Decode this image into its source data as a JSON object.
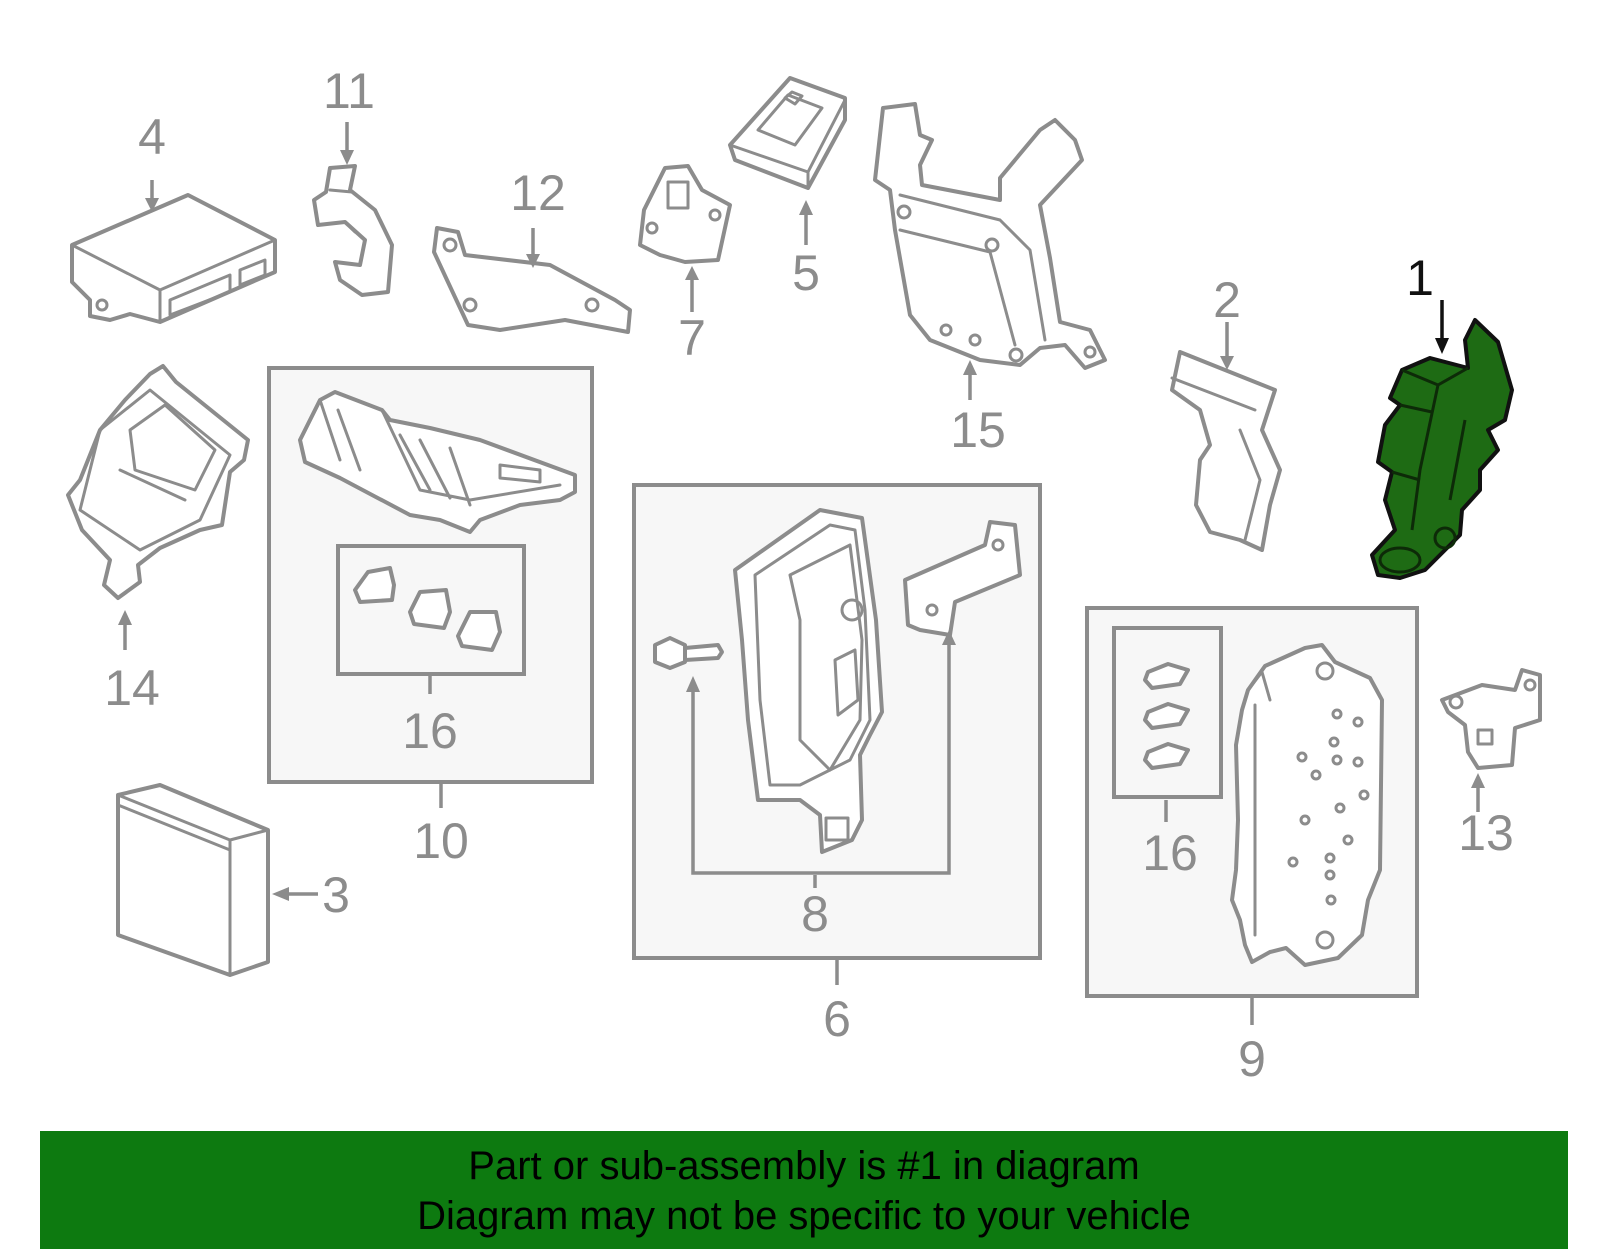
{
  "callouts": {
    "c1": "1",
    "c2": "2",
    "c3": "3",
    "c4": "4",
    "c5": "5",
    "c6": "6",
    "c7": "7",
    "c8": "8",
    "c9": "9",
    "c10": "10",
    "c11": "11",
    "c12": "12",
    "c13": "13",
    "c14": "14",
    "c15": "15",
    "c16a": "16",
    "c16b": "16"
  },
  "banner": {
    "line1": "Part or sub-assembly is #1 in diagram",
    "line2": "Diagram may not be specific to your vehicle"
  },
  "colors": {
    "highlight_part": "#1e6b14",
    "banner_background": "#0d7a10",
    "line_gray": "#8c8c8c"
  }
}
